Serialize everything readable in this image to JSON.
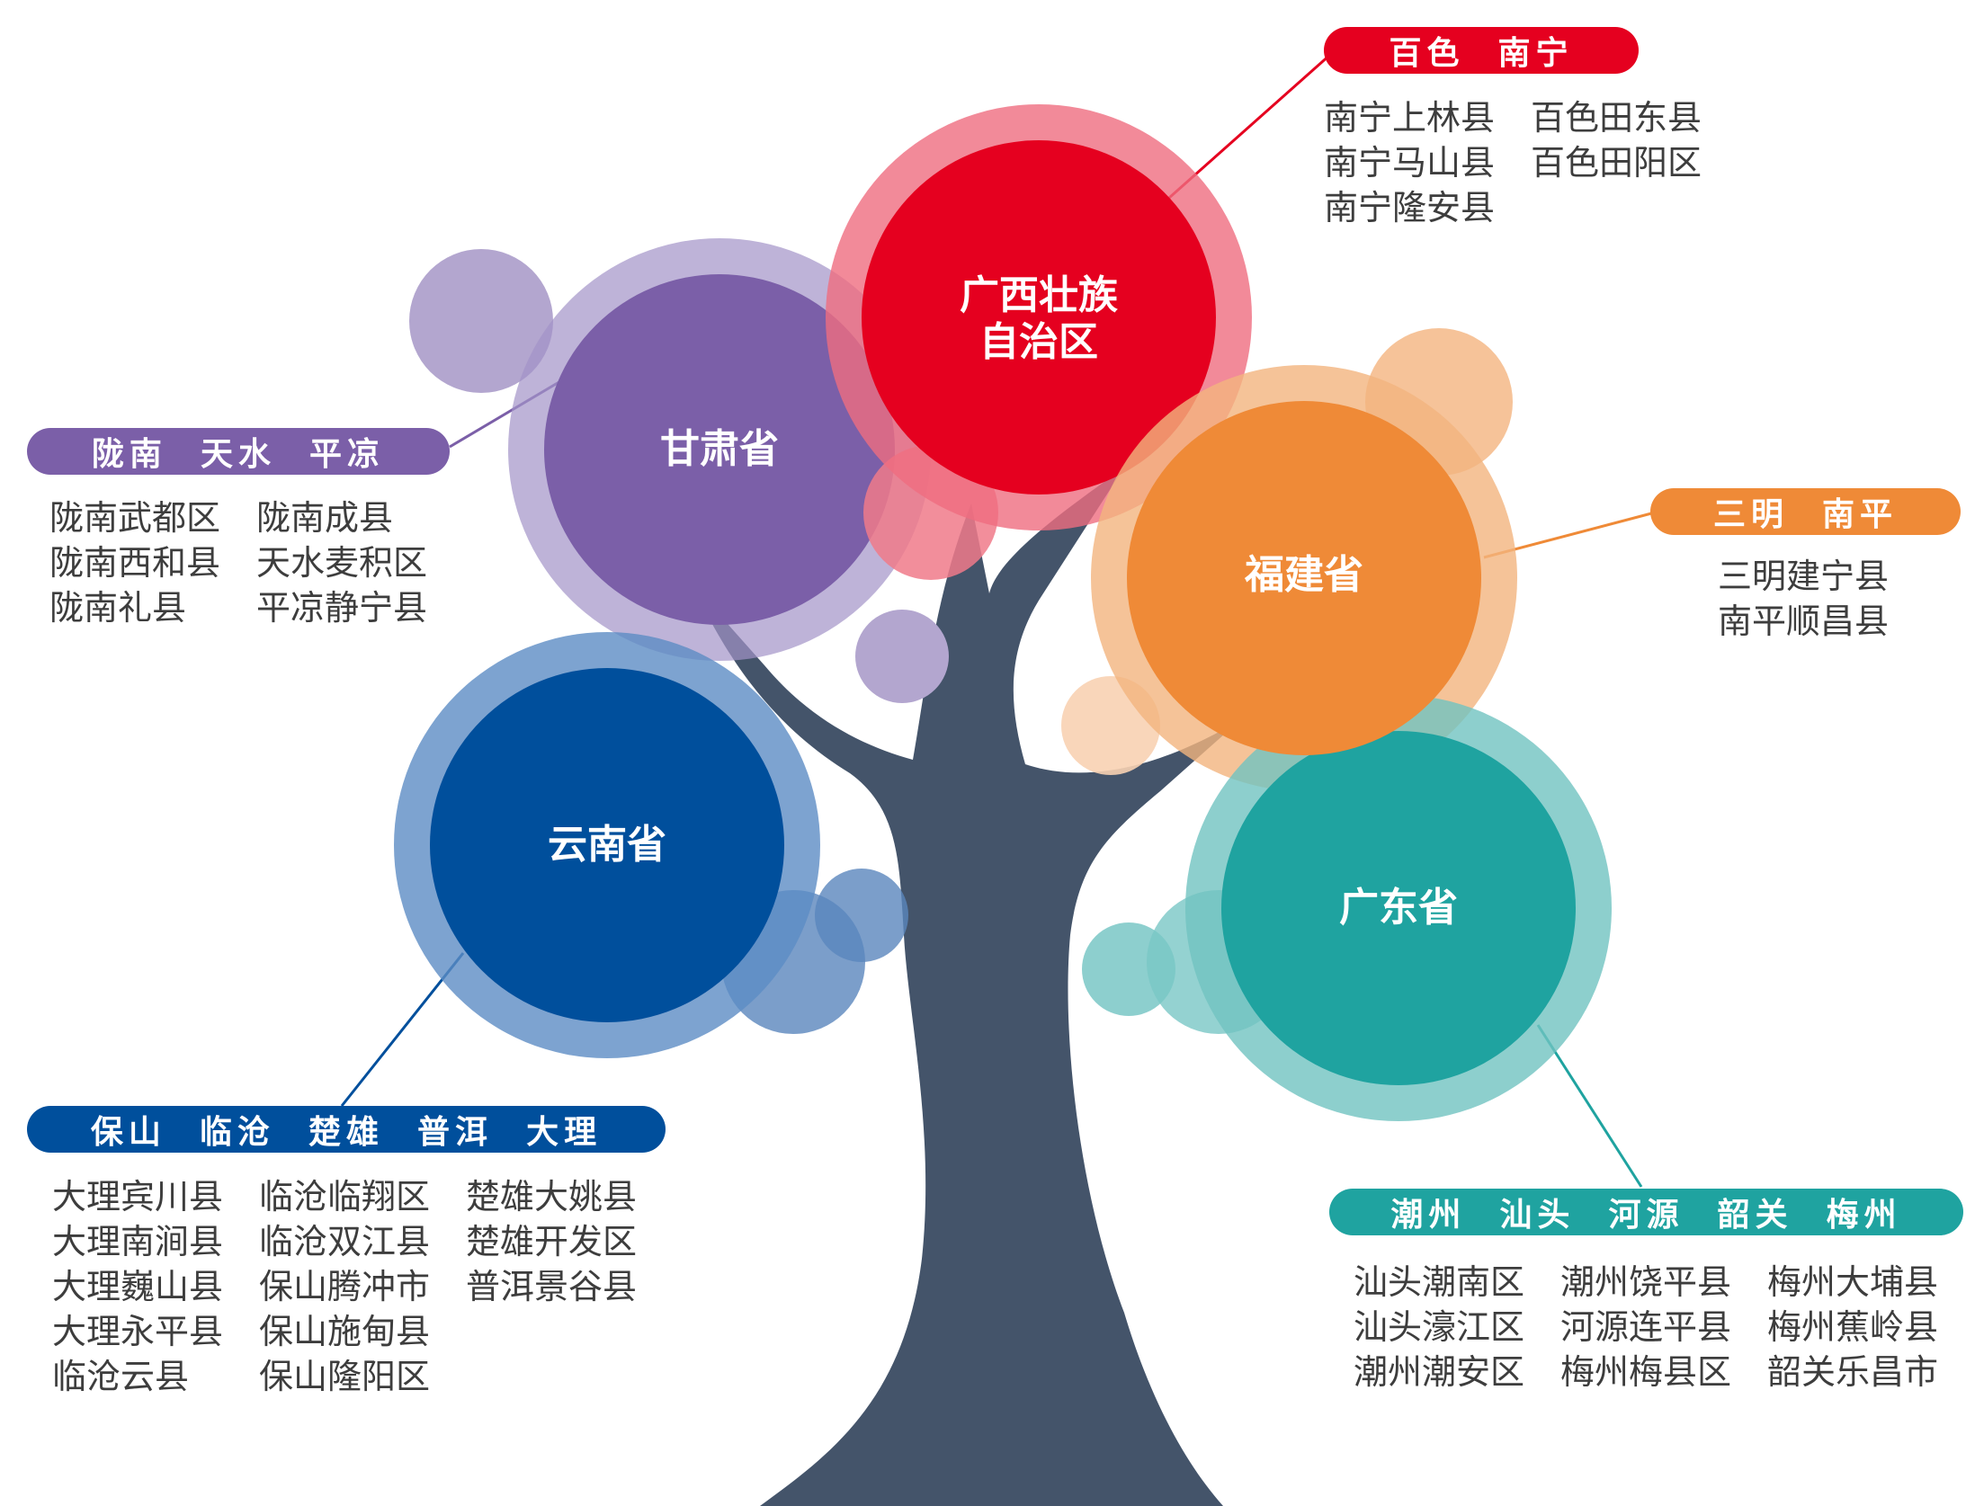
{
  "provinces": [
    {
      "id": "guangxi",
      "name": "广西壮族\n自治区",
      "color": "#e5001f",
      "cities": "百色  南宁",
      "counties": [
        "南宁上林县",
        "百色田东县",
        "南宁马山县",
        "百色田阳区",
        "南宁隆安县"
      ]
    },
    {
      "id": "gansu",
      "name": "甘肃省",
      "color": "#7b5fa8",
      "cities": "陇南  天水  平凉",
      "counties": [
        "陇南武都区",
        "陇南成县",
        "陇南西和县",
        "天水麦积区",
        "陇南礼县",
        "平凉静宁县"
      ]
    },
    {
      "id": "fujian",
      "name": "福建省",
      "color": "#ef8a37",
      "cities": "三明  南平",
      "counties": [
        "三明建宁县",
        "南平顺昌县"
      ]
    },
    {
      "id": "yunnan",
      "name": "云南省",
      "color": "#004f9c",
      "cities": "保山  临沧  楚雄  普洱  大理",
      "counties": [
        "大理宾川县",
        "临沧临翔区",
        "楚雄大姚县",
        "大理南涧县",
        "临沧双江县",
        "楚雄开发区",
        "大理巍山县",
        "保山腾冲市",
        "普洱景谷县",
        "大理永平县",
        "保山施甸县",
        "",
        "临沧云县",
        "保山隆阳区",
        ""
      ]
    },
    {
      "id": "guangdong",
      "name": "广东省",
      "color": "#1fa3a0",
      "cities": "潮州  汕头  河源  韶关  梅州",
      "counties": [
        "汕头潮南区",
        "潮州饶平县",
        "梅州大埔县",
        "汕头濠江区",
        "河源连平县",
        "梅州蕉岭县",
        "潮州潮安区",
        "梅州梅县区",
        "韶关乐昌市"
      ]
    }
  ],
  "trunk_color": "#44546a"
}
